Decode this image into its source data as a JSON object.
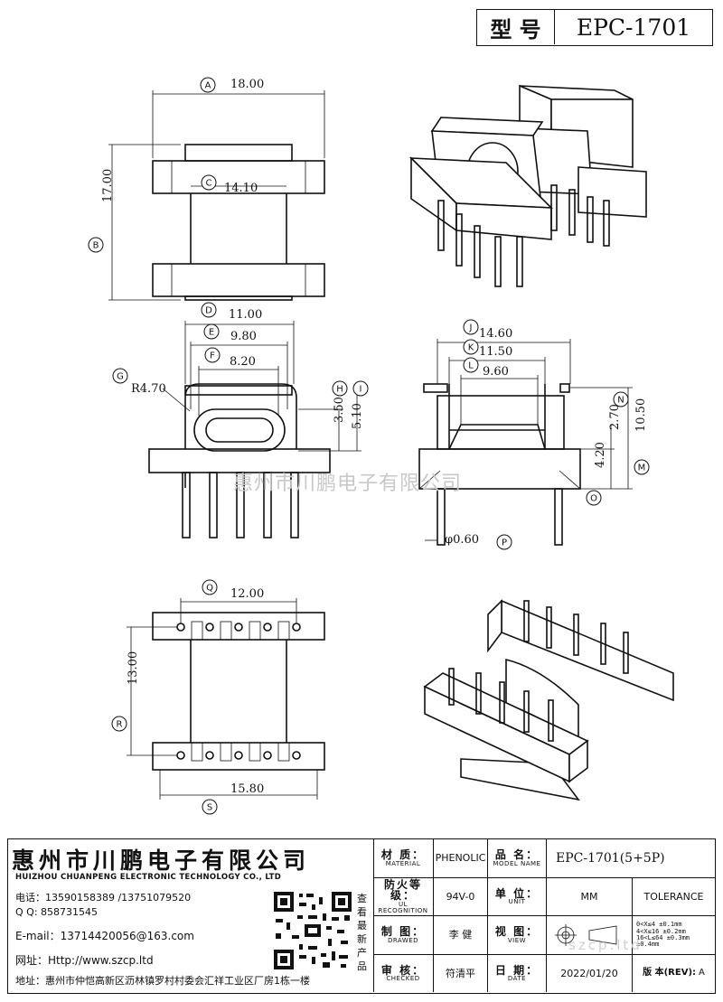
{
  "header": {
    "type_label": "型 号",
    "model": "EPC-1701"
  },
  "watermark": "惠州市川鹏电子有限公司",
  "dims": {
    "A": "18.00",
    "B": "17.00",
    "C": "14.10",
    "D": "11.00",
    "E": "9.80",
    "F": "8.20",
    "G": "R4.70",
    "H": "3.50",
    "I": "5.10",
    "J": "14.60",
    "K": "11.50",
    "L": "9.60",
    "M": "10.50",
    "N": "2.70",
    "O": "4.20",
    "P": "φ0.60",
    "Q": "12.00",
    "R": "13.00",
    "S": "15.80"
  },
  "circle_labels": [
    "A",
    "B",
    "C",
    "D",
    "E",
    "F",
    "G",
    "H",
    "I",
    "J",
    "K",
    "L",
    "M",
    "N",
    "O",
    "P",
    "Q",
    "R",
    "S"
  ],
  "company": {
    "name_cn": "惠州市川鹏电子有限公司",
    "name_en": "HUIZHOU CHUANPENG ELECTRONIC TECHNOLOGY CO., LTD",
    "phone": "电话：13590158389 /13751079520",
    "qq": "Q Q:  858731545",
    "email": "E-mail：13714420056@163.com",
    "web": "网址：Http://www.szcp.ltd",
    "addr": "地址：惠州市仲恺高新区沥林镇罗村村委会汇祥工业区厂房1栋一楼",
    "qr_note": "查看最新产品",
    "site_watermark": "szcp.ltd"
  },
  "table": {
    "material_cn": "材 质：",
    "material_en": "MATERIAL",
    "material_val": "PHENOLIC",
    "name_cn": "品 名：",
    "name_en": "MODEL NAME",
    "name_val": "EPC-1701(5+5P)",
    "fire_cn": "防火等级：",
    "fire_en": "UL RECOGNITION",
    "fire_val": "94V-0",
    "unit_cn": "单 位：",
    "unit_en": "UNIT",
    "unit_val": "MM",
    "tolerance": "TOLERANCE",
    "drawn_cn": "制 图：",
    "drawn_en": "DRAWED",
    "drawn_val": "李 健",
    "view_cn": "视 图：",
    "view_en": "VIEW",
    "check_cn": "审 核：",
    "check_en": "CHECKED",
    "check_val": "符清平",
    "date_cn": "日 期：",
    "date_en": "DATE",
    "date_val": "2022/01/20",
    "rev_label": "版 本(REV):",
    "rev_val": "A",
    "tol_rows": [
      "0<X≤4   ±0.1mm",
      "4<X≤16  ±0.2mm",
      "16<L≤64 ±0.3mm",
      "           ±0.4mm"
    ]
  }
}
